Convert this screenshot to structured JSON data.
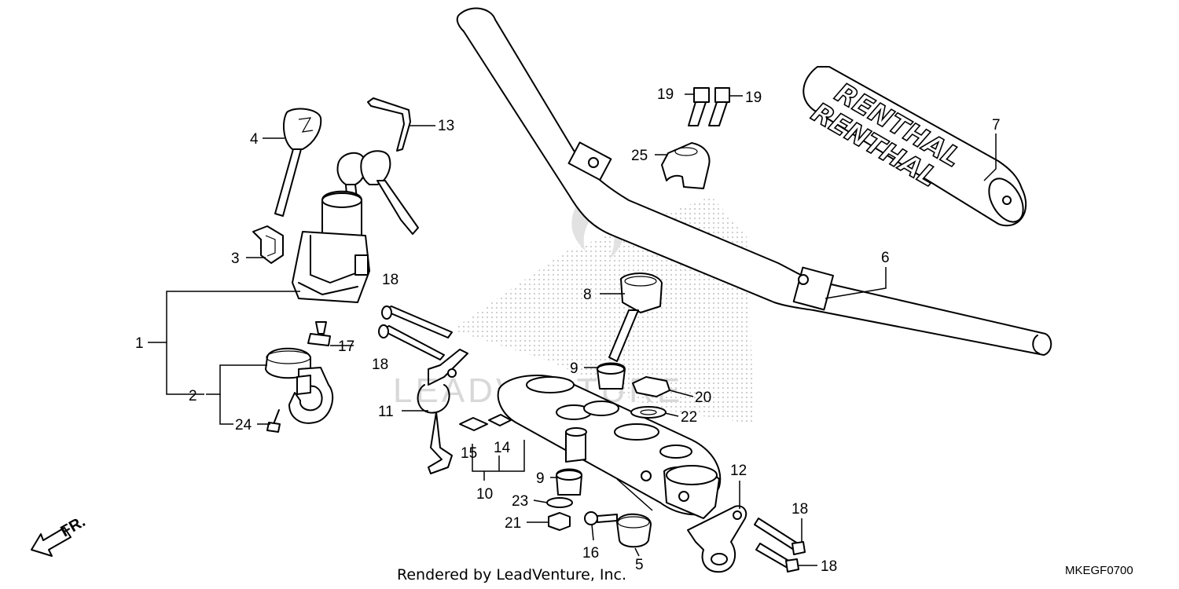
{
  "diagram": {
    "callouts": {
      "c1": "1",
      "c2": "2",
      "c3": "3",
      "c4": "4",
      "c5": "5",
      "c6": "6",
      "c7": "7",
      "c8": "8",
      "c9a": "9",
      "c9b": "9",
      "c10": "10",
      "c11": "11",
      "c12": "12",
      "c13": "13",
      "c14": "14",
      "c15": "15",
      "c16": "16",
      "c17": "17",
      "c18a": "18",
      "c18b": "18",
      "c18c": "18",
      "c18d": "18",
      "c19a": "19",
      "c19b": "19",
      "c20": "20",
      "c21": "21",
      "c22": "22",
      "c23": "23",
      "c24": "24",
      "c25": "25"
    },
    "grip_brand": "RENTHAL",
    "watermark": "LEADVENTURE",
    "front_label": "FR.",
    "credit": "Rendered by LeadVenture, Inc.",
    "diagram_code": "MKEGF0700"
  }
}
